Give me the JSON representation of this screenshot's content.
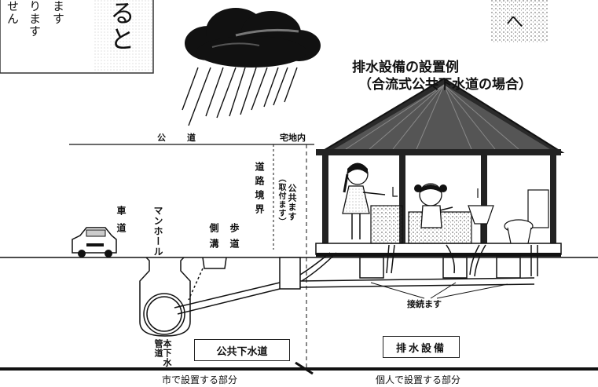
{
  "topleft_text": {
    "col1": "せん",
    "col2": "ります",
    "col3": "ます",
    "big": "ると"
  },
  "title": {
    "line1": "排水設備の設置例",
    "line2": "（合流式公共下水道の場合）"
  },
  "road_label": "公　道",
  "private_label": "宅地内",
  "labels": {
    "car_road": "車道",
    "manhole": "マンホール",
    "side_ditch": "側溝",
    "sidewalk": "歩道",
    "road_boundary": "道路境界",
    "public_catch_basin": "公共ます",
    "public_catch_basin_note": "（取付ます）",
    "connection_basin": "接続ます",
    "main_sewer": "本下水管道"
  },
  "boxes": {
    "public_sewer": "公共下水道",
    "drainage_facility": "排水設備"
  },
  "bottom": {
    "city_part": "市で設置する部分",
    "private_part": "個人で設置する部分"
  },
  "top_right_fragment": "へ"
}
